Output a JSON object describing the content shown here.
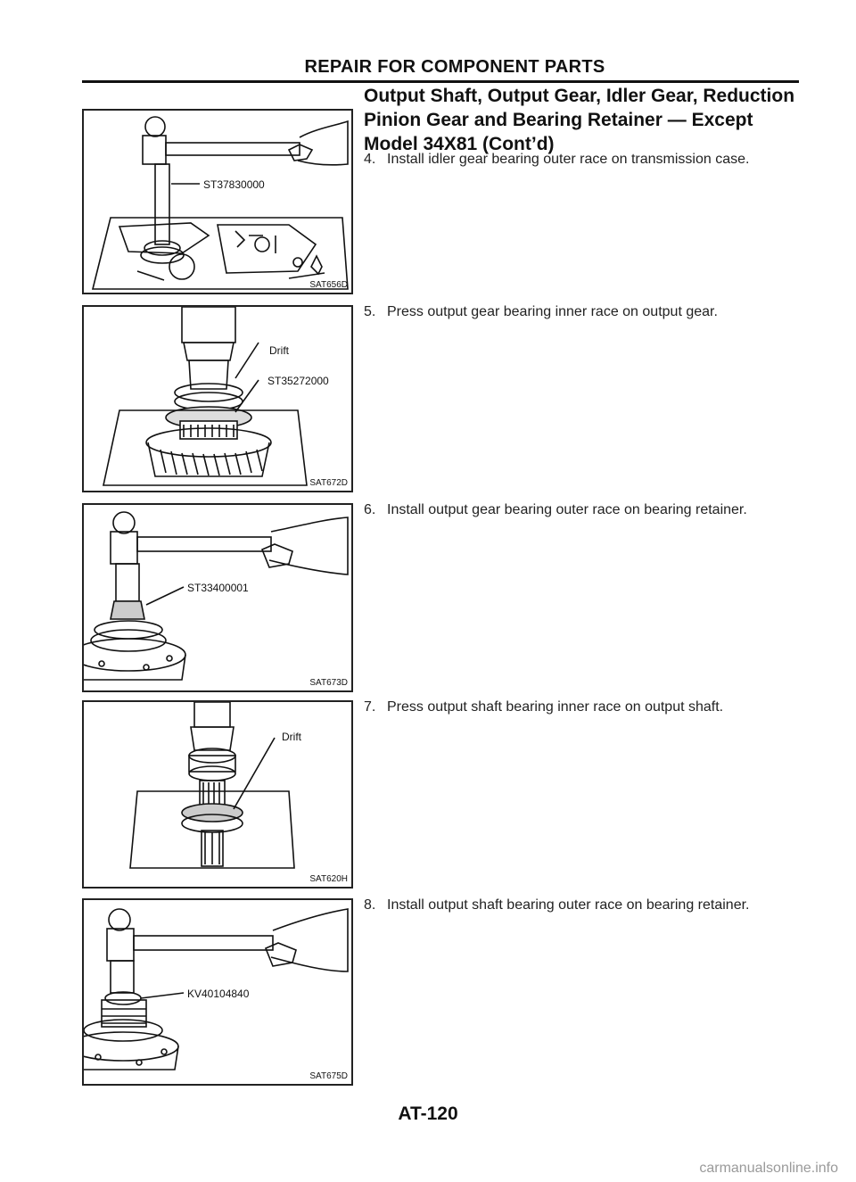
{
  "header": {
    "title": "REPAIR FOR COMPONENT PARTS",
    "section_title": "Output Shaft, Output Gear, Idler Gear, Reduction Pinion Gear and Bearing Retainer — Except Model 34X81 (Cont’d)"
  },
  "steps": [
    {
      "num": "4.",
      "text": "Install idler gear bearing outer race on transmission case."
    },
    {
      "num": "5.",
      "text": "Press output gear bearing inner race on output gear."
    },
    {
      "num": "6.",
      "text": "Install output gear bearing outer race on bearing retainer."
    },
    {
      "num": "7.",
      "text": "Press output shaft bearing inner race on output shaft."
    },
    {
      "num": "8.",
      "text": "Install output shaft bearing outer race on bearing retainer."
    }
  ],
  "figures": [
    {
      "labels": [
        "ST37830000"
      ],
      "code": "SAT656D"
    },
    {
      "labels": [
        "Drift",
        "ST35272000"
      ],
      "code": "SAT672D"
    },
    {
      "labels": [
        "ST33400001"
      ],
      "code": "SAT673D"
    },
    {
      "labels": [
        "Drift"
      ],
      "code": "SAT620H"
    },
    {
      "labels": [
        "KV40104840"
      ],
      "code": "SAT675D"
    }
  ],
  "footer": {
    "page_number": "AT-120",
    "watermark": "carmanualsonline.info"
  }
}
